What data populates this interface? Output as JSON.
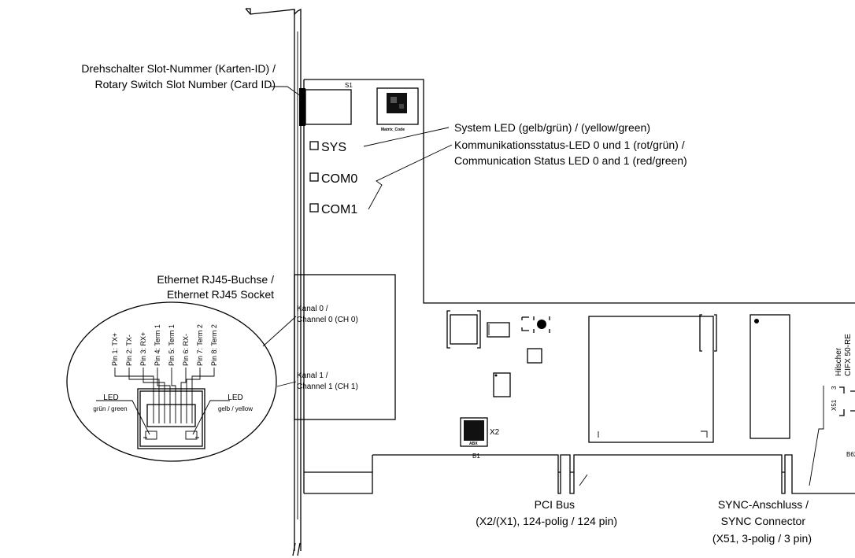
{
  "labels": {
    "rotary_de": "Drehschalter Slot-Nummer (Karten-ID) /",
    "rotary_en": "Rotary Switch Slot Number (Card ID)",
    "sys_led": "System LED (gelb/grün) / (yellow/green)",
    "com_de": "Kommunikationsstatus-LED 0 und 1 (rot/grün) /",
    "com_en": "Communication Status LED 0 and 1 (red/green)",
    "eth_de": "Ethernet RJ45-Buchse /",
    "eth_en": "Ethernet RJ45 Socket",
    "ch0_a": "Kanal 0 /",
    "ch0_b": "Channel 0 (CH 0)",
    "ch1_a": "Kanal 1 /",
    "ch1_b": "Channel 1 (CH 1)",
    "pci_a": "PCI Bus",
    "pci_b": "(X2/(X1), 124-polig / 124 pin)",
    "sync_a": "SYNC-Anschluss /",
    "sync_b": "SYNC Connector",
    "sync_c": "(X51, 3-polig / 3 pin)"
  },
  "leds": {
    "sys": "SYS",
    "com0": "COM0",
    "com1": "COM1"
  },
  "board": {
    "switch_ref": "S1",
    "matrix_code": "Matrix_Code",
    "brand": "Hilscher",
    "model": "CIFX 50-RE",
    "x2": "X2",
    "b1": "B1",
    "b62": "B62",
    "x51": "X51",
    "pin3": "3",
    "chip": "ABX"
  },
  "rj45": {
    "pins": [
      "Pin 1: TX+",
      "Pin 2: TX-",
      "Pin 3: RX+",
      "Pin 4: Term 1",
      "Pin 5: Term 1",
      "Pin 6: RX-",
      "Pin 7: Term 2",
      "Pin 8: Term 2"
    ],
    "led_left_title": "LED",
    "led_left_color": "grün / green",
    "led_right_title": "LED",
    "led_right_color": "gelb / yellow"
  }
}
